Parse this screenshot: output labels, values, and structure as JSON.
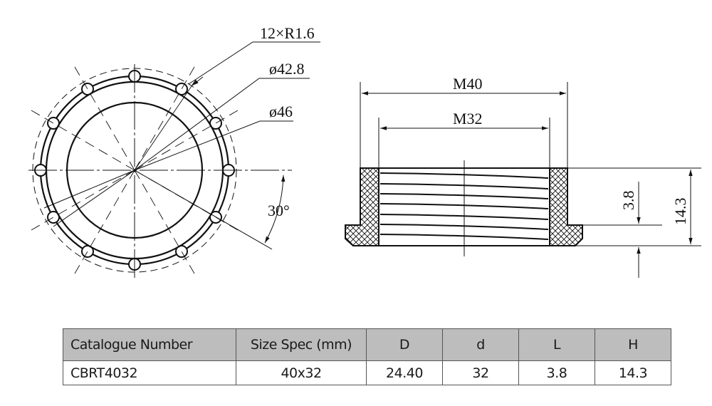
{
  "front_view": {
    "labels": {
      "radius_callout": "12×R1.6",
      "inner_diameter": "ø42.8",
      "outer_diameter": "ø46",
      "angle": "30°"
    }
  },
  "side_view": {
    "labels": {
      "outer_thread": "M40",
      "inner_thread": "M32",
      "flange_height": "3.8",
      "total_height": "14.3"
    }
  },
  "table": {
    "headers": [
      "Catalogue Number",
      "Size Spec (mm)",
      "D",
      "d",
      "L",
      "H"
    ],
    "rows": [
      [
        "CBRT4032",
        "40x32",
        "24.40",
        "32",
        "3.8",
        "14.3"
      ]
    ],
    "header_bg": "#bdbdbd",
    "border_color": "#555555"
  }
}
